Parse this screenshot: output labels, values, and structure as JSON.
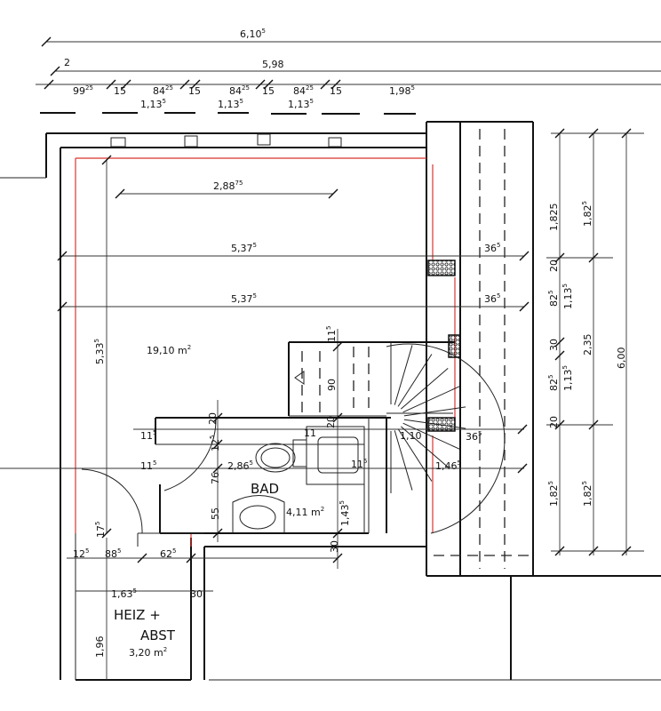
{
  "title": "Floor plan - upper floor",
  "colors": {
    "wall": "#111111",
    "finish_line": "#d9352f",
    "background": "#ffffff"
  },
  "labels": [
    {
      "text": "6,10",
      "sup": "5"
    },
    {
      "text": "5,98",
      "sup": ""
    },
    {
      "text": "2",
      "sup": ""
    },
    {
      "text": "99",
      "sup": "25"
    },
    {
      "text": "15",
      "sup": ""
    },
    {
      "text": "84",
      "sup": "25"
    },
    {
      "text": "1,13",
      "sup": "5"
    },
    {
      "text": "15",
      "sup": ""
    },
    {
      "text": "84",
      "sup": "25"
    },
    {
      "text": "1,13",
      "sup": "5"
    },
    {
      "text": "15",
      "sup": ""
    },
    {
      "text": "84",
      "sup": "25"
    },
    {
      "text": "1,13",
      "sup": "5"
    },
    {
      "text": "15",
      "sup": ""
    },
    {
      "text": "1,98",
      "sup": "5"
    },
    {
      "text": "2,88",
      "sup": "75"
    },
    {
      "text": "5,37",
      "sup": "5"
    },
    {
      "text": "36",
      "sup": "5"
    },
    {
      "text": "5,37",
      "sup": "5"
    },
    {
      "text": "36",
      "sup": "5"
    },
    {
      "text": "11",
      "sup": "5"
    },
    {
      "text": "19,10 m",
      "sup": "2"
    },
    {
      "text": "5,33",
      "sup": "5"
    },
    {
      "text": "90",
      "sup": ""
    },
    {
      "text": "20",
      "sup": ""
    },
    {
      "text": "20",
      "sup": ""
    },
    {
      "text": "11",
      "sup": "5"
    },
    {
      "text": "11",
      "sup": ""
    },
    {
      "text": "1,10",
      "sup": ""
    },
    {
      "text": "36",
      "sup": "5"
    },
    {
      "text": "12",
      "sup": "5"
    },
    {
      "text": "11",
      "sup": "5"
    },
    {
      "text": "2,86",
      "sup": "5"
    },
    {
      "text": "11",
      "sup": "5"
    },
    {
      "text": "1,46",
      "sup": "5"
    },
    {
      "text": "BAD",
      "sup": ""
    },
    {
      "text": "76",
      "sup": ""
    },
    {
      "text": "4,11 m",
      "sup": "2"
    },
    {
      "text": "1,43",
      "sup": "5"
    },
    {
      "text": "55",
      "sup": ""
    },
    {
      "text": "17",
      "sup": "5"
    },
    {
      "text": "30",
      "sup": ""
    },
    {
      "text": "12",
      "sup": "5"
    },
    {
      "text": "88",
      "sup": "5"
    },
    {
      "text": "62",
      "sup": "5"
    },
    {
      "text": "1,63",
      "sup": "5"
    },
    {
      "text": "30",
      "sup": ""
    },
    {
      "text": "HEIZ +",
      "sup": ""
    },
    {
      "text": "ABST",
      "sup": ""
    },
    {
      "text": "1,96",
      "sup": ""
    },
    {
      "text": "3,20 m",
      "sup": "2"
    },
    {
      "text": "1,825",
      "sup": ""
    },
    {
      "text": "1,82",
      "sup": "5"
    },
    {
      "text": "20",
      "sup": ""
    },
    {
      "text": "82",
      "sup": "5"
    },
    {
      "text": "1,13",
      "sup": "5"
    },
    {
      "text": "30",
      "sup": ""
    },
    {
      "text": "2,35",
      "sup": ""
    },
    {
      "text": "6,00",
      "sup": ""
    },
    {
      "text": "82",
      "sup": "5"
    },
    {
      "text": "1,13",
      "sup": "5"
    },
    {
      "text": "20",
      "sup": ""
    },
    {
      "text": "1,82",
      "sup": "5"
    },
    {
      "text": "1,82",
      "sup": "5"
    }
  ]
}
